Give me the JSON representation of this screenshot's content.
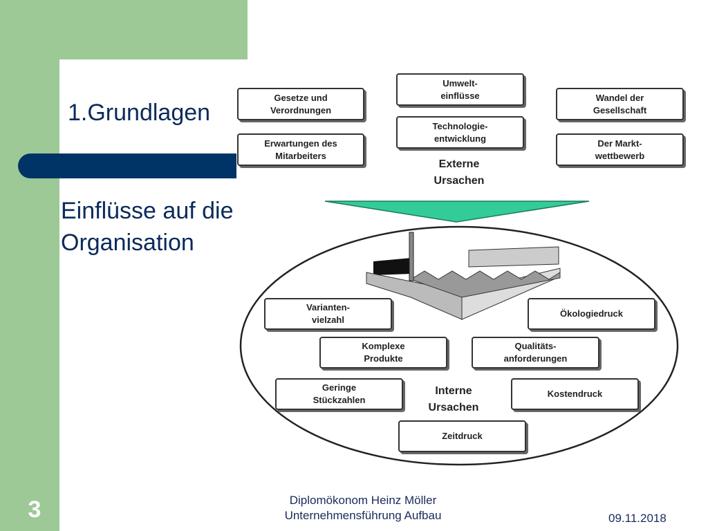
{
  "slide": {
    "title": "1.Grundlagen",
    "subtitle_line1": "Einflüsse auf die",
    "subtitle_line2": "Organisation",
    "number": "3",
    "footer_line1": "Diplomökonom Heinz Möller",
    "footer_line2": "Unternehmensführung Aufbau",
    "date": "09.11.2018"
  },
  "diagram": {
    "external": {
      "gesetze_l1": "Gesetze und",
      "gesetze_l2": "Verordnungen",
      "erwartungen_l1": "Erwartungen des",
      "erwartungen_l2": "Mitarbeiters",
      "umwelt_l1": "Umwelt-",
      "umwelt_l2": "einflüsse",
      "technologie_l1": "Technologie-",
      "technologie_l2": "entwicklung",
      "wandel_l1": "Wandel der",
      "wandel_l2": "Gesellschaft",
      "markt_l1": "Der Markt-",
      "markt_l2": "wettbewerb",
      "label_l1": "Externe",
      "label_l2": "Ursachen"
    },
    "internal": {
      "varianten_l1": "Varianten-",
      "varianten_l2": "vielzahl",
      "oekologie": "Ökologiedruck",
      "komplexe_l1": "Komplexe",
      "komplexe_l2": "Produkte",
      "qualitaet_l1": "Qualitäts-",
      "qualitaet_l2": "anforderungen",
      "geringe_l1": "Geringe",
      "geringe_l2": "Stückzahlen",
      "kosten": "Kostendruck",
      "zeit": "Zeitdruck",
      "label_l1": "Interne",
      "label_l2": "Ursachen"
    },
    "colors": {
      "arrow": "#33cc99",
      "sidebar": "#9cc995",
      "title_bar": "#003366"
    }
  }
}
